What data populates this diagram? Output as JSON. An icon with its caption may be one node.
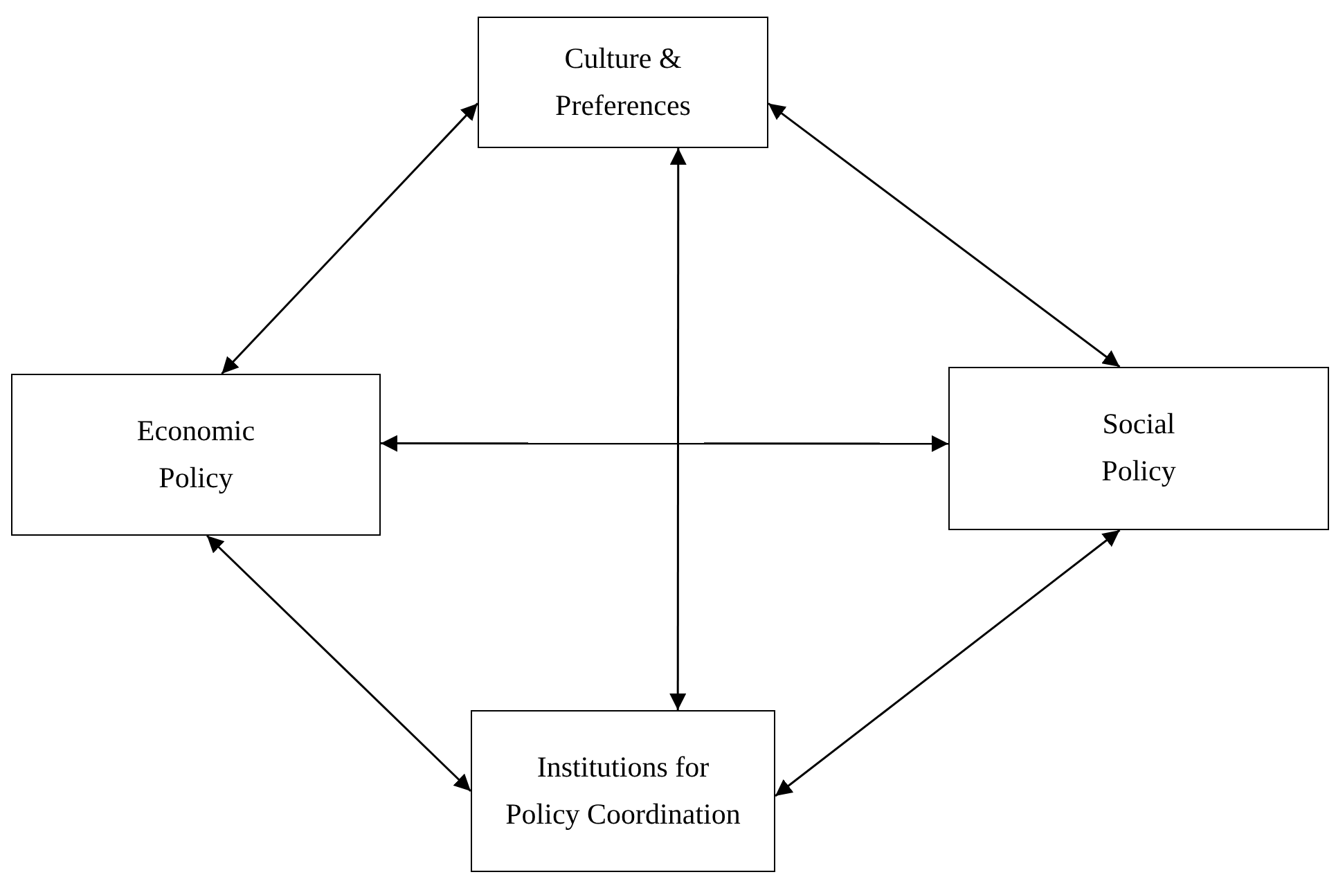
{
  "diagram": {
    "nodes": [
      {
        "text": [
          "Culture & Preferences"
        ]
      },
      {
        "text": [
          "Economic Policy"
        ]
      },
      {
        "text": [
          "Social Policy"
        ]
      },
      {
        "text": [
          "Institutions for Policy Coordination"
        ]
      }
    ],
    "edges": [
      {
        "from": 0,
        "to": 1,
        "arrow": "both"
      },
      {
        "from": 0,
        "to": 2,
        "arrow": "both"
      },
      {
        "from": 1,
        "to": 3,
        "arrow": "both"
      },
      {
        "from": 2,
        "to": 3,
        "arrow": "both"
      },
      {
        "from": 0,
        "to": 3,
        "arrow": "both"
      },
      {
        "from": 1,
        "to": 2,
        "arrow": "both"
      }
    ]
  }
}
